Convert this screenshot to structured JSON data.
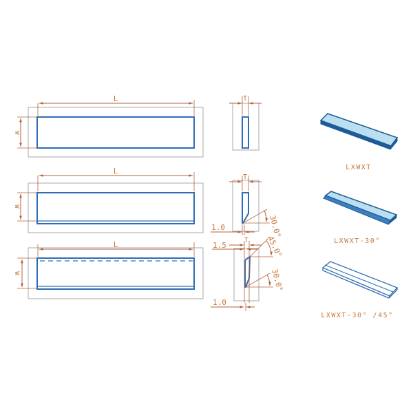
{
  "colors": {
    "outline": "#2e6db4",
    "dimension": "#b5603a",
    "frame": "#a9a9a9",
    "bevel_fill": "#b9dff0",
    "caption": "#c8783a"
  },
  "views": [
    {
      "id": "plain",
      "front": {
        "length_label": "L",
        "width_label": "W"
      },
      "side": {
        "thickness_label": "T"
      },
      "iso_caption": "LXWXT"
    },
    {
      "id": "bevel-30",
      "front": {
        "length_label": "L",
        "width_label": "W"
      },
      "side": {
        "thickness_label": "T",
        "bevel_angle": "30.0°",
        "land": "1.0"
      },
      "iso_caption": "LXWXT-30°"
    },
    {
      "id": "bevel-30-45",
      "front": {
        "length_label": "L",
        "width_label": "W"
      },
      "side": {
        "thickness_label": "T",
        "top_land": "1.5",
        "top_angle": "45.0°",
        "bottom_angle": "30.0°",
        "bottom_land": "1.0"
      },
      "iso_caption": "LXWXT-30° /45°"
    }
  ]
}
